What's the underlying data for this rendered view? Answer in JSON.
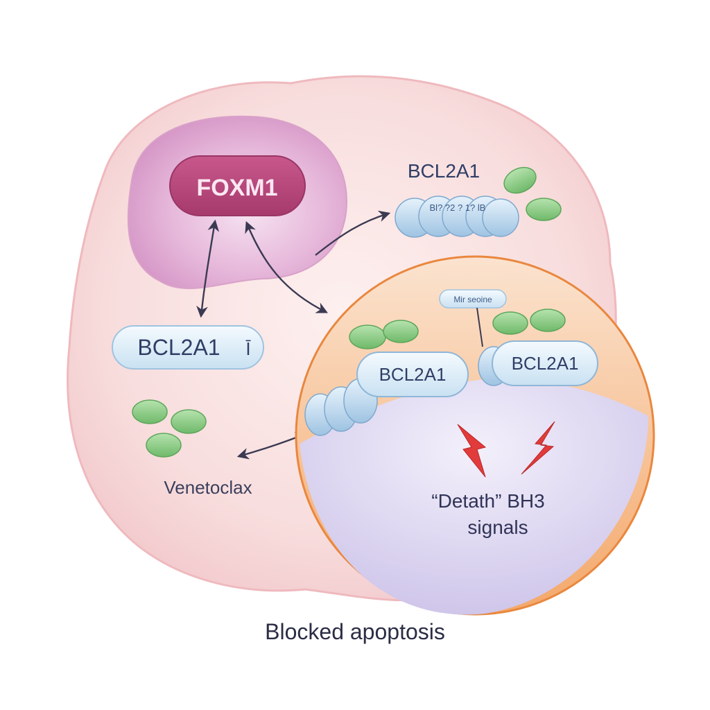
{
  "nucleus_label": "FOXM1",
  "bcl2a1_top_label": "BCL2A1",
  "bcl2a1_top_chain_text": "Bl?  ?2  ?  1?  lB",
  "bcl2a1_left_label": "BCL2A1",
  "bcl2a1_left_symbol": "Ī",
  "bcl2a1_mito_left_label": "BCL2A1",
  "bcl2a1_mito_right_label": "BCL2A1",
  "mito_tag_label": "Mir  seoine",
  "venetoclax_label": "Venetoclax",
  "death_signals_line1": "“Detath” BH3",
  "death_signals_line2": "signals",
  "caption": "Blocked apoptosis",
  "colors": {
    "cell_fill": "#f6d6d8",
    "nucleus_fill": "#e0a8d0",
    "foxm1_pill": "#b8457a",
    "protein_pill": "#dfeef8",
    "green_vesicle": "#8fce8a",
    "mito_outer": "#f3a566",
    "mito_inner": "#dcd6f0",
    "arrow": "#3b3a52",
    "bolt": "#e23b3b"
  }
}
